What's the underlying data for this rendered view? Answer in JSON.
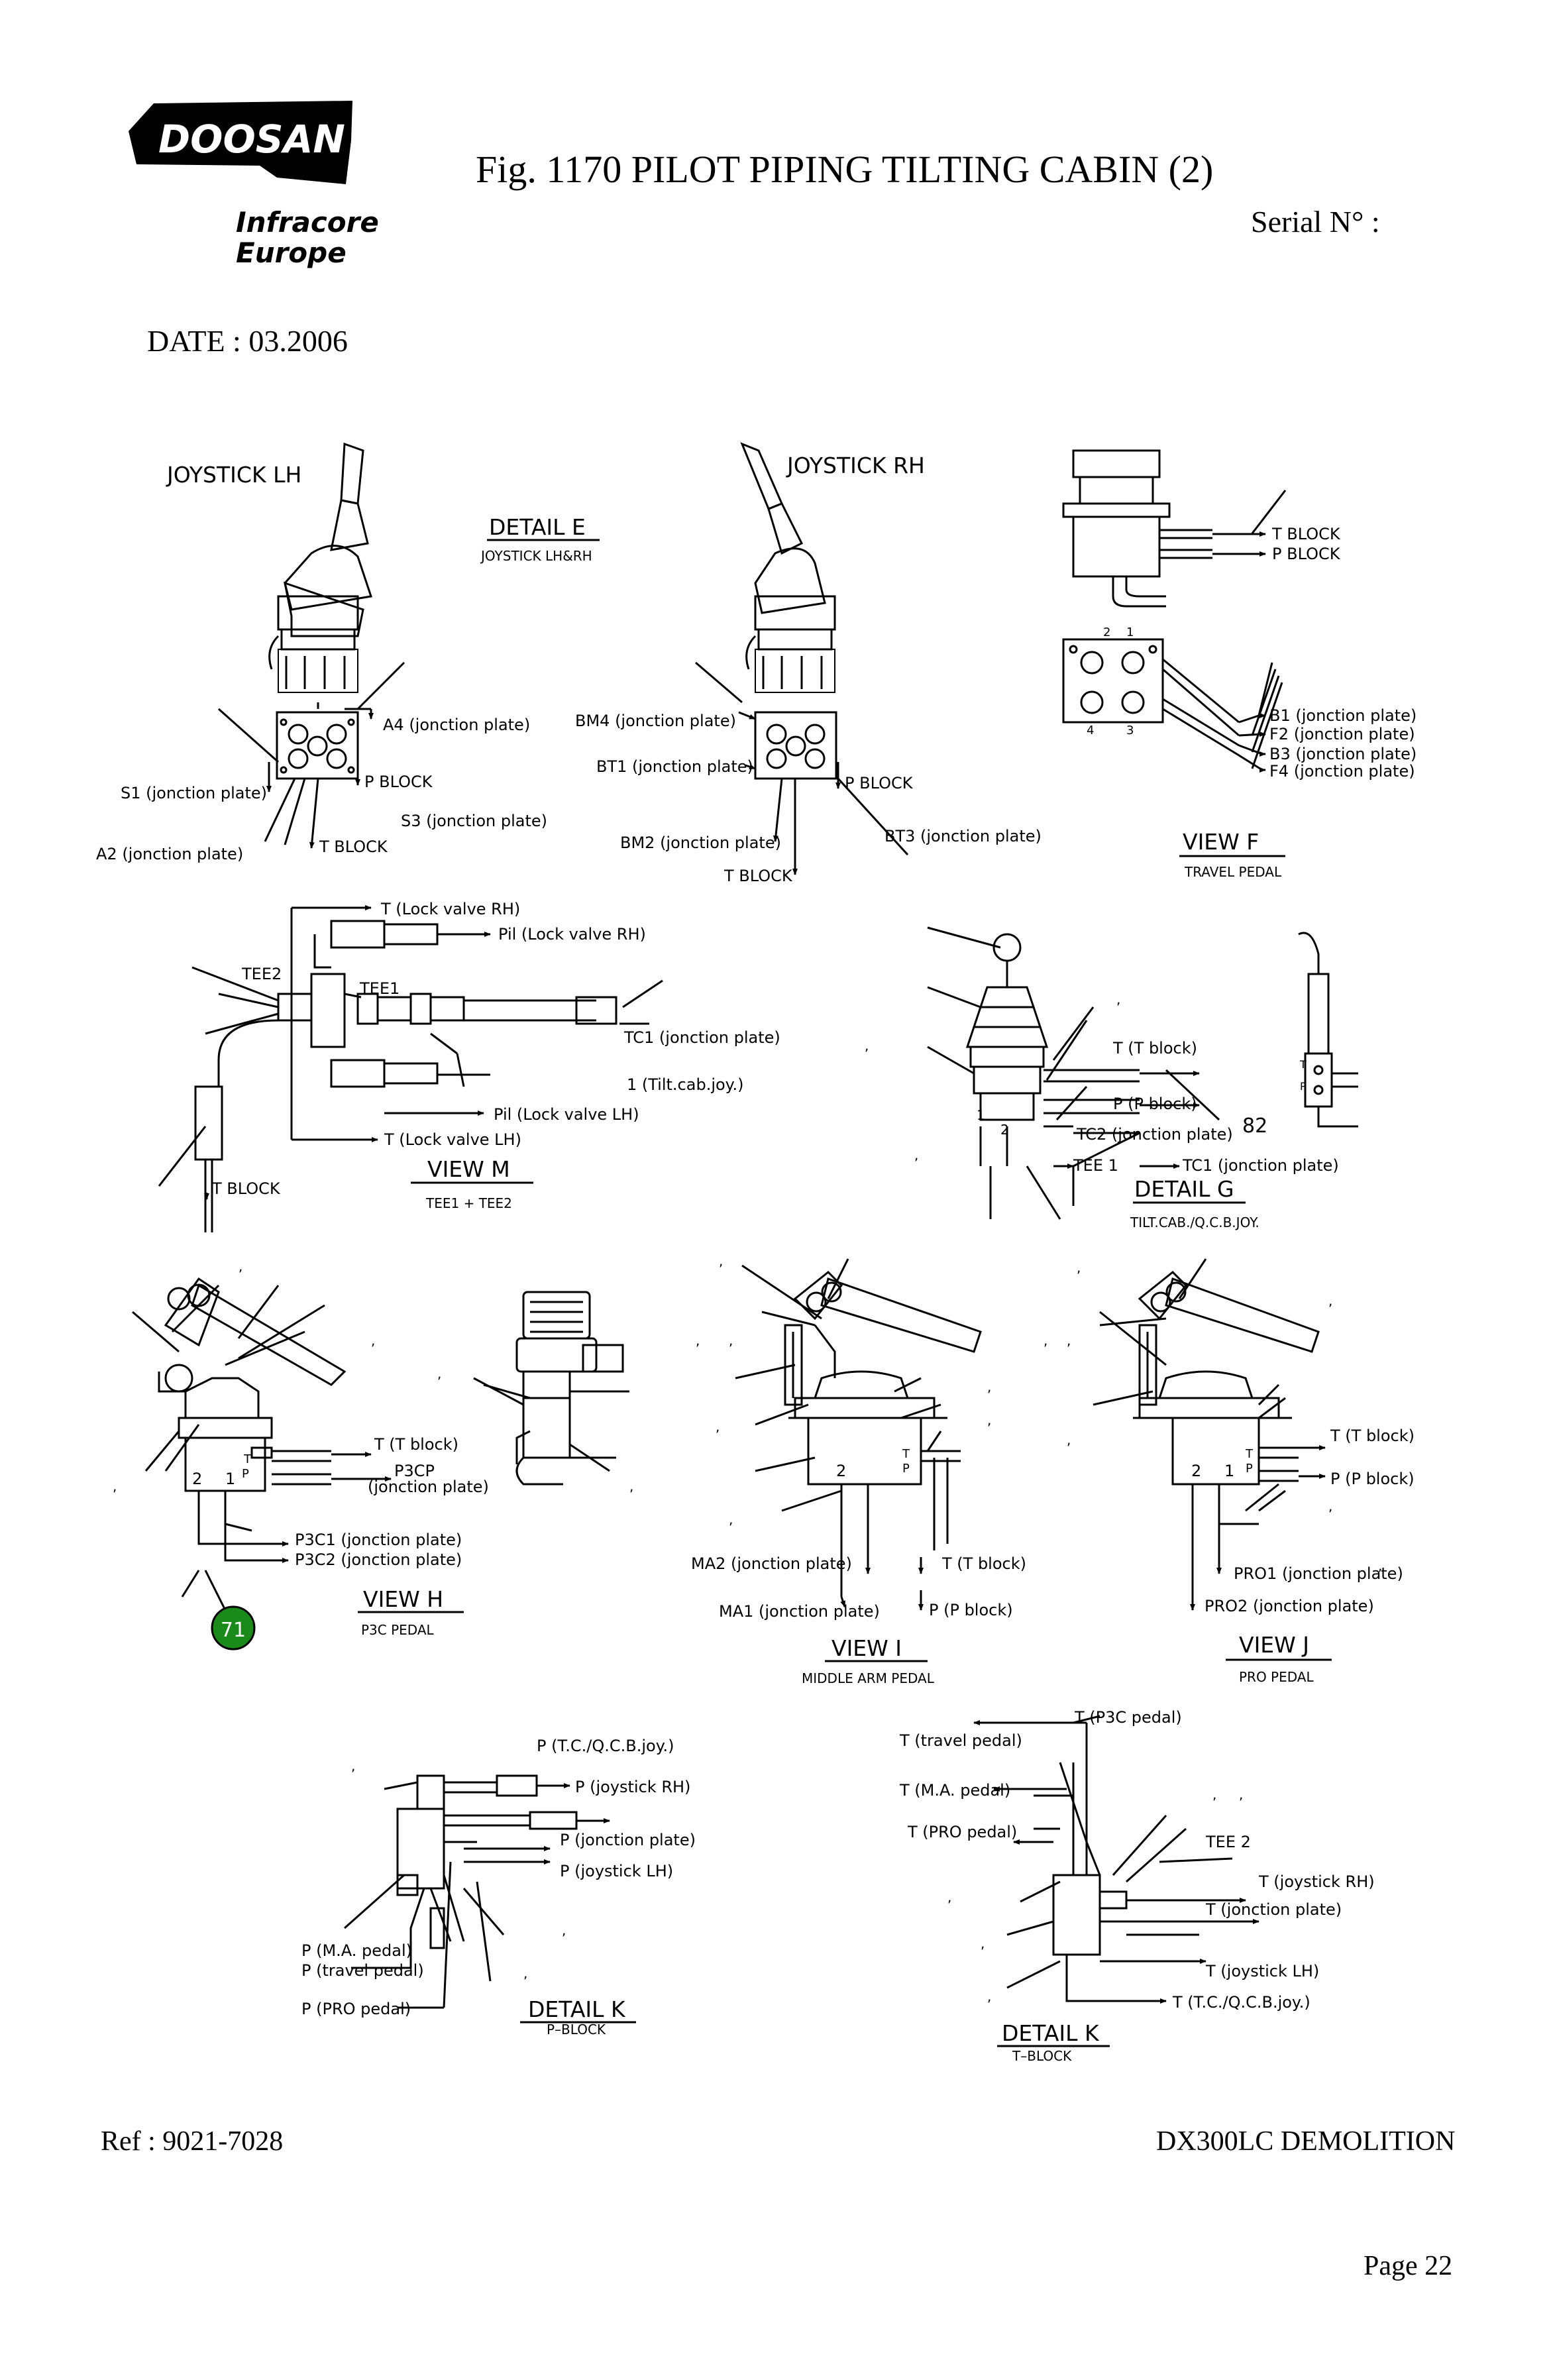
{
  "header": {
    "logo_brand": "DOOSAN",
    "logo_line1": "Infracore",
    "logo_line2": "Europe",
    "title": "Fig. 1170   PILOT PIPING TILTING CABIN (2)",
    "serial": "Serial N° :",
    "date": "DATE : 03.2006"
  },
  "footer": {
    "ref": "Ref : 9021-7028",
    "model": "DX300LC DEMOLITION",
    "page": "Page 22"
  },
  "detail_e": {
    "joystick_lh": "JOYSTICK LH",
    "joystick_rh": "JOYSTICK RH",
    "title": "DETAIL  E",
    "subtitle": "JOYSTICK LH&RH",
    "lh_labels": [
      "A4 (jonction plate)",
      "P BLOCK",
      "S1 (jonction plate)",
      "S3 (jonction plate)",
      "T BLOCK",
      "A2 (jonction plate)"
    ],
    "rh_labels": [
      "BM4 (jonction plate)",
      "BT1 (jonction plate)",
      "P BLOCK",
      "BM2 (jonction plate)",
      "BT3 (jonction plate)",
      "T BLOCK"
    ]
  },
  "view_f": {
    "title": "VIEW  F",
    "subtitle": "TRAVEL PEDAL",
    "labels": [
      "T BLOCK",
      "P BLOCK",
      "B1 (jonction plate)",
      "F2 (jonction plate)",
      "B3 (jonction plate)",
      "F4 (jonction plate)"
    ],
    "port_marks": [
      "2",
      "1",
      "4",
      "3"
    ]
  },
  "view_m": {
    "title": "VIEW  M",
    "subtitle": "TEE1 + TEE2",
    "labels": [
      "T (Lock valve RH)",
      "Pil (Lock valve RH)",
      "TEE2",
      "TEE1",
      "TC1 (jonction plate)",
      "1 (Tilt.cab.joy.)",
      "Pil (Lock valve LH)",
      "T (Lock valve LH)",
      "T BLOCK"
    ]
  },
  "detail_g": {
    "title": "DETAIL  G",
    "subtitle": "TILT.CAB./Q.C.B.JOY.",
    "labels": [
      "T (T block)",
      "P (P block)",
      "82",
      "TC2 (jonction plate)",
      "TEE 1",
      "TC1 (jonction plate)",
      "1",
      "2",
      "T",
      "P",
      ","
    ]
  },
  "view_h": {
    "title": "VIEW  H",
    "subtitle": "P3C PEDAL",
    "badge": "71",
    "labels": [
      "T (T block)",
      "P3CP",
      "(jonction plate)",
      "P3C1 (jonction plate)",
      "P3C2 (jonction plate)",
      "2",
      "1",
      "T",
      "P",
      ","
    ]
  },
  "view_i": {
    "title": "VIEW  I",
    "subtitle": "MIDDLE ARM PEDAL",
    "labels": [
      "MA2 (jonction plate)",
      "T (T block)",
      "MA1 (jonction plate)",
      "P (P block)",
      "2",
      "T",
      "P",
      ","
    ]
  },
  "view_j": {
    "title": "VIEW  J",
    "subtitle": "PRO PEDAL",
    "labels": [
      "T (T block)",
      "P (P block)",
      "PRO1 (jonction plate)",
      "PRO2 (jonction plate)",
      "2",
      "1",
      "T",
      "P",
      ","
    ]
  },
  "detail_k_p": {
    "title": "DETAIL  K",
    "subtitle": "P–BLOCK",
    "labels": [
      "P (T.C./Q.C.B.joy.)",
      "P (joystick RH)",
      "P (jonction plate)",
      "P (joystick LH)",
      "P (M.A. pedal)",
      "P (travel pedal)",
      "P (PRO pedal)",
      ","
    ]
  },
  "detail_k_t": {
    "title": "DETAIL  K",
    "subtitle": "T–BLOCK",
    "labels": [
      "T (P3C pedal)",
      "T (travel pedal)",
      "T (M.A. pedal)",
      "T (PRO pedal)",
      "TEE 2",
      "T (joystick RH)",
      "T (jonction plate)",
      "T (joystick LH)",
      "T (T.C./Q.C.B.joy.)",
      ","
    ]
  }
}
